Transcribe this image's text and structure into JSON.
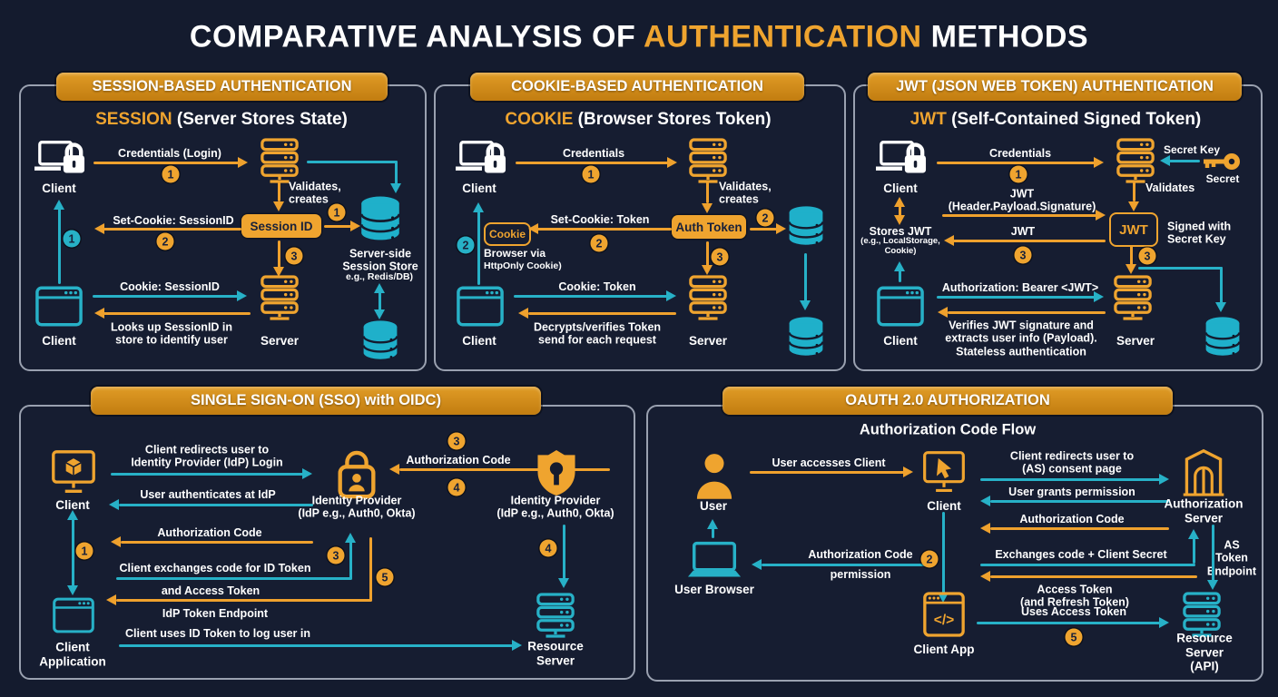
{
  "title": {
    "pre": "COMPARATIVE ANALYSIS OF ",
    "em": "AUTHENTICATION",
    "post": " METHODS"
  },
  "badges": {
    "n1": "1",
    "n2": "2",
    "n3": "3",
    "n4": "4",
    "n5": "5"
  },
  "colors": {
    "orange": "#EFA12D",
    "teal": "#27B1C7",
    "gold_header": "#D4880F",
    "background": "#141B2E",
    "panel_border": "#9AA1B0"
  },
  "icons": {
    "client_laptop_lock": "laptop-lock-icon",
    "client_browser": "browser-window-icon",
    "server": "server-stack-icon",
    "database": "database-icon",
    "key": "key-icon",
    "idp_lock_user": "lock-user-icon",
    "idp_shield": "shield-keyhole-icon",
    "client_monitor_cube": "monitor-cube-icon",
    "client_monitor_cursor": "monitor-cursor-icon",
    "user_person": "person-icon",
    "user_browser_laptop": "laptop-icon",
    "client_app_code": "code-window-icon",
    "auth_server_building": "bank-building-icon"
  },
  "session": {
    "header": "SESSION-BASED AUTHENTICATION",
    "sub_em": "SESSION",
    "sub_rest": " (Server Stores State)",
    "client_top": "Client",
    "client_bottom": "Client",
    "server": "Server",
    "credentials": "Credentials (Login)",
    "validates": "Validates,\ncreates",
    "session_id": "Session ID",
    "set_cookie": "Set-Cookie: SessionID",
    "cookie": "Cookie: SessionID",
    "looks_up": "Looks up SessionID in\nstore to identify user",
    "store": "Server-side\nSession Store",
    "store_eg": "e.g., Redis/DB)"
  },
  "cookie": {
    "header": "COOKIE-BASED AUTHENTICATION",
    "sub_em": "COOKIE",
    "sub_rest": " (Browser Stores Token)",
    "client_top": "Client",
    "client_bottom": "Client",
    "server": "Server",
    "credentials": "Credentials",
    "validates": "Validates,\ncreates",
    "auth_token": "Auth Token",
    "set_cookie": "Set-Cookie: Token",
    "cookie_box": "Cookie",
    "browser_via": "Browser via",
    "httponly": "HttpOnly Cookie)",
    "cookie_token": "Cookie: Token",
    "decrypts": "Decrypts/verifies Token\nsend for each request"
  },
  "jwt": {
    "header": "JWT (JSON WEB TOKEN) AUTHENTICATION",
    "sub_em": "JWT",
    "sub_rest": " (Self-Contained Signed Token)",
    "client_top": "Client",
    "client_bottom": "Client",
    "server": "Server",
    "credentials": "Credentials",
    "secret_key": "Secret Key",
    "secret": "Secret",
    "validates": "Validates",
    "jwt_send": "JWT\n(Header.Payload.Signature)",
    "jwt_box": "JWT",
    "signed_with": "Signed with\nSecret Key",
    "jwt_return": "JWT",
    "stores": "Stores JWT",
    "stores_eg": "(e.g., LocalStorage,\nCookie)",
    "bearer": "Authorization: Bearer <JWT>",
    "verifies": "Verifies JWT signature and\nextracts user info (Payload).\nStateless authentication"
  },
  "sso": {
    "header": "SINGLE SIGN-ON (SSO) with OIDC)",
    "client": "Client",
    "redirects": "Client redirects user to\nIdentity Provider (IdP) Login",
    "authenticates": "User authenticates at IdP",
    "idp_label": "Identity Provider\n(IdP e.g., Auth0, Okta)",
    "auth_code": "Authorization Code",
    "exchanges": "Client exchanges code for ID Token",
    "and_access": "and Access Token",
    "idp_endpoint": "IdP Token Endpoint",
    "uses_id_token": "Client uses ID Token to log user in",
    "client_app": "Client\nApplication",
    "resource_server": "Resource\nServer"
  },
  "oauth": {
    "header": "OAUTH 2.0 AUTHORIZATION",
    "flow": "Authorization Code Flow",
    "user": "User",
    "client": "Client",
    "auth_server": "Authorization\nServer",
    "accesses": "User accesses Client",
    "redirects": "Client redirects user to\n(AS) consent page",
    "grants": "User grants permission",
    "auth_code": "Authorization Code",
    "permission": "permission",
    "exchanges": "Exchanges code + Client Secret",
    "access_token": "Access Token\n(and Refresh Token)",
    "as_endpoint": "AS Token\nEndpoint",
    "user_browser": "User Browser",
    "client_app": "Client App",
    "uses_access": "Uses Access Token",
    "resource_server": "Resource Server\n(API)"
  }
}
